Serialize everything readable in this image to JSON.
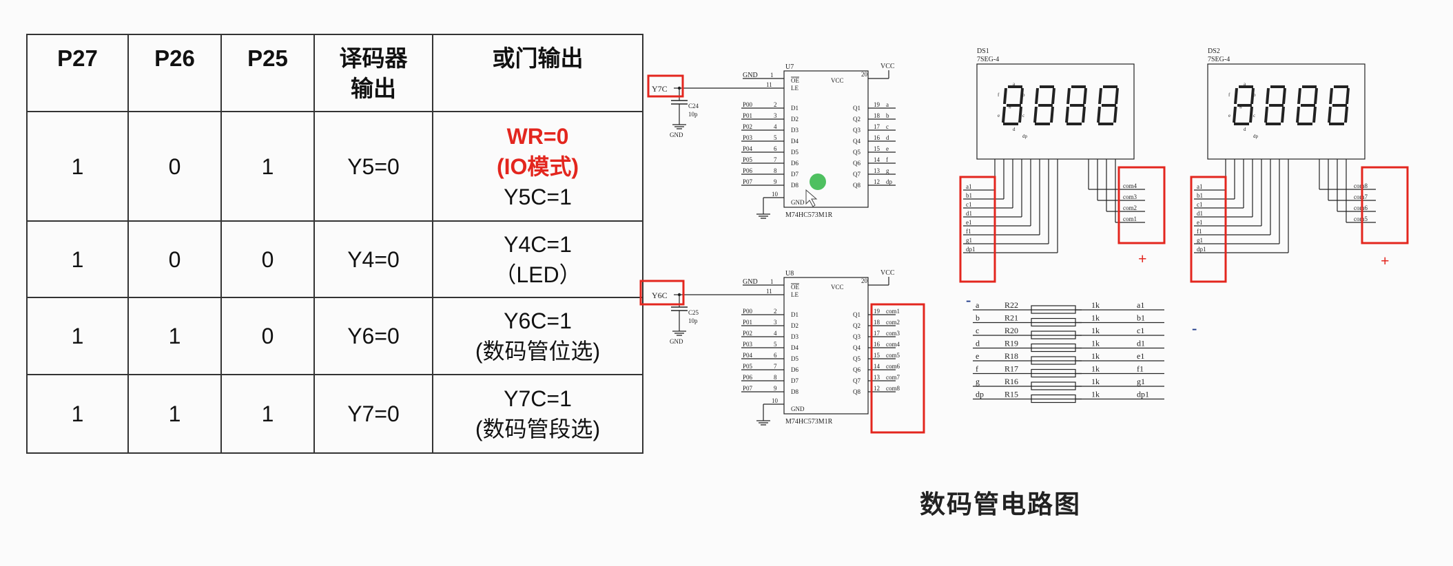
{
  "table": {
    "headers": [
      {
        "lines": [
          "P27"
        ]
      },
      {
        "lines": [
          "P26"
        ]
      },
      {
        "lines": [
          "P25"
        ]
      },
      {
        "lines": [
          "译码器",
          "输出"
        ]
      },
      {
        "lines": [
          "或门输出"
        ]
      }
    ],
    "rows": [
      {
        "cells": [
          "1",
          "0",
          "1",
          "Y5=0"
        ],
        "output": [
          {
            "text": "WR=0",
            "highlight": true
          },
          {
            "text": "(IO模式)",
            "highlight": true
          },
          {
            "text": "Y5C=1",
            "highlight": false
          }
        ]
      },
      {
        "cells": [
          "1",
          "0",
          "0",
          "Y4=0"
        ],
        "output": [
          {
            "text": "Y4C=1",
            "highlight": false
          },
          {
            "text": "（LED）",
            "highlight": false
          }
        ]
      },
      {
        "cells": [
          "1",
          "1",
          "0",
          "Y6=0"
        ],
        "output": [
          {
            "text": "Y6C=1",
            "highlight": false
          },
          {
            "text": "(数码管位选)",
            "highlight": false
          }
        ]
      },
      {
        "cells": [
          "1",
          "1",
          "1",
          "Y7=0"
        ],
        "output": [
          {
            "text": "Y7C=1",
            "highlight": false
          },
          {
            "text": "(数码管段选)",
            "highlight": false
          }
        ]
      }
    ]
  },
  "circuit": {
    "latches": [
      {
        "ref": "U7",
        "part": "M74HC573M1R",
        "input_net": "Y7C",
        "cap": "C24",
        "cap_value": "10p",
        "cap_gnd": "GND",
        "outputs": [
          "a",
          "b",
          "c",
          "d",
          "e",
          "f",
          "g",
          "dp"
        ]
      },
      {
        "ref": "U8",
        "part": "M74HC573M1R",
        "input_net": "Y6C",
        "cap": "C25",
        "cap_value": "10p",
        "cap_gnd": "GND",
        "outputs": [
          "com1",
          "com2",
          "com3",
          "com4",
          "com5",
          "com6",
          "com7",
          "com8"
        ]
      }
    ],
    "latch_power": {
      "gnd": "GND",
      "vcc": "VCC",
      "pin_gnd": "1",
      "pin_le": "11",
      "pin_vcc": "20",
      "pin_gnd_bottom": "10",
      "oe": "OE",
      "le": "LE",
      "gnd_bottom": "GND"
    },
    "latch_inputs": [
      "P00",
      "P01",
      "P02",
      "P03",
      "P04",
      "P05",
      "P06",
      "P07"
    ],
    "latch_input_pins": [
      "2",
      "3",
      "4",
      "5",
      "6",
      "7",
      "8",
      "9"
    ],
    "latch_d_names": [
      "D1",
      "D2",
      "D3",
      "D4",
      "D5",
      "D6",
      "D7",
      "D8"
    ],
    "latch_q_names": [
      "Q1",
      "Q2",
      "Q3",
      "Q4",
      "Q5",
      "Q6",
      "Q7",
      "Q8"
    ],
    "latch_output_pins": [
      "19",
      "18",
      "17",
      "16",
      "15",
      "14",
      "13",
      "12"
    ],
    "displays": [
      {
        "ref": "DS1",
        "type": "7SEG-4",
        "segments": [
          "a1",
          "b1",
          "c1",
          "d1",
          "e1",
          "f1",
          "g1",
          "dp1"
        ],
        "commons": [
          "com4",
          "com3",
          "com2",
          "com1"
        ]
      },
      {
        "ref": "DS2",
        "type": "7SEG-4",
        "segments": [
          "a1",
          "b1",
          "c1",
          "d1",
          "e1",
          "f1",
          "g1",
          "dp1"
        ],
        "commons": [
          "com8",
          "com7",
          "com6",
          "com5"
        ]
      }
    ],
    "resistors": [
      {
        "net": "a",
        "ref": "R22",
        "value": "1k",
        "out": "a1"
      },
      {
        "net": "b",
        "ref": "R21",
        "value": "1k",
        "out": "b1"
      },
      {
        "net": "c",
        "ref": "R20",
        "value": "1k",
        "out": "c1"
      },
      {
        "net": "d",
        "ref": "R19",
        "value": "1k",
        "out": "d1"
      },
      {
        "net": "e",
        "ref": "R18",
        "value": "1k",
        "out": "e1"
      },
      {
        "net": "f",
        "ref": "R17",
        "value": "1k",
        "out": "f1"
      },
      {
        "net": "g",
        "ref": "R16",
        "value": "1k",
        "out": "g1"
      },
      {
        "net": "dp",
        "ref": "R15",
        "value": "1k",
        "out": "dp1"
      }
    ],
    "marks": {
      "minus": "-",
      "plus": "+"
    },
    "digit_labels": [
      "a",
      "b",
      "c",
      "d",
      "e",
      "f",
      "g",
      "dp"
    ]
  },
  "caption": "数码管电路图",
  "colors": {
    "highlight": "#e3261e",
    "line": "#222222",
    "cursor_dot": "#2fb544"
  }
}
